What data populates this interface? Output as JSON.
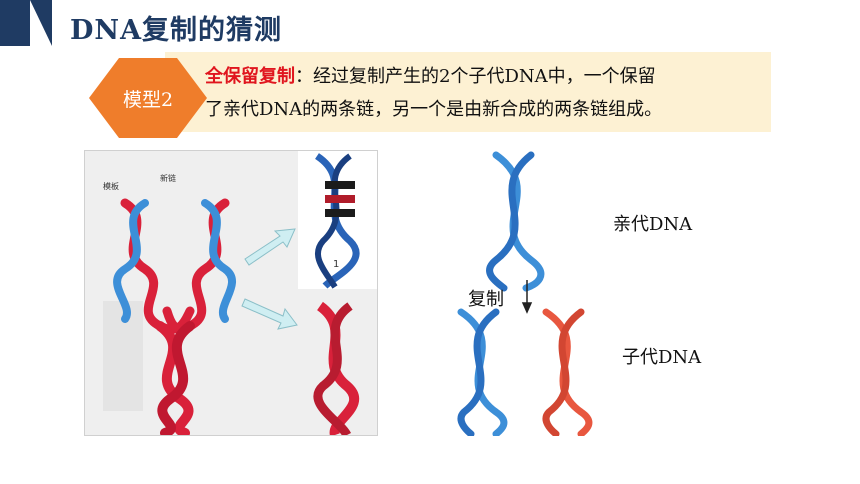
{
  "header": {
    "title": "DNA复制的猜测"
  },
  "badge": {
    "label": "模型2"
  },
  "definition": {
    "term": "全保留复制",
    "text_line1": "：经过复制产生的2个子代DNA中，一个保留",
    "text_line2": "了亲代DNA的两条链，另一个是由新合成的两条链组成。"
  },
  "diagram_left": {
    "template_label": "模板",
    "new_strand_label": "新链",
    "inset_number": "1"
  },
  "diagram_right": {
    "parent_label": "亲代DNA",
    "replicate_label": "复制",
    "child_label": "子代DNA"
  },
  "colors": {
    "navy": "#1f3b63",
    "badge_orange": "#ef7d2b",
    "highlight_red": "#e0151e",
    "strand_red": "#d9213a",
    "strand_blue": "#3d8fd8",
    "child_red": "#e8573f"
  }
}
